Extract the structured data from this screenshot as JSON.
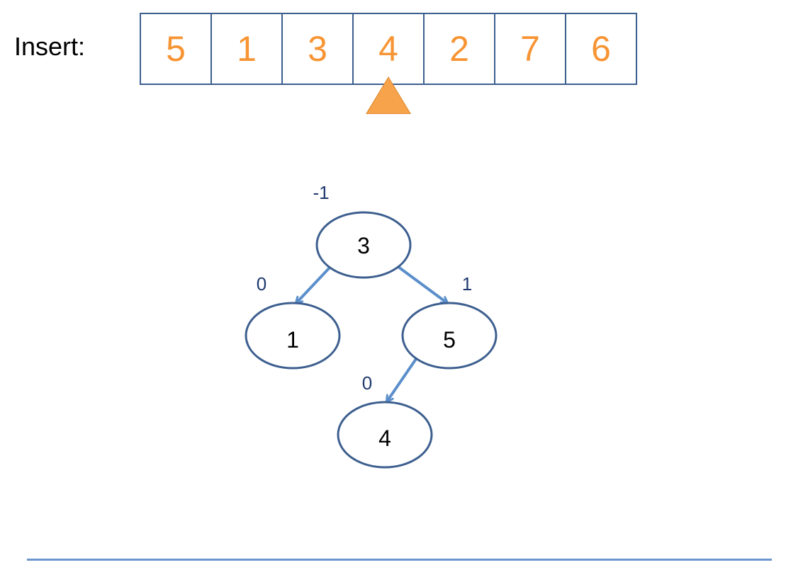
{
  "insert_label": "Insert:",
  "array": [
    "5",
    "1",
    "3",
    "4",
    "2",
    "7",
    "6"
  ],
  "pointer_index": 3,
  "tree": {
    "nodes": [
      {
        "id": "n3",
        "value": "3",
        "balance": "-1"
      },
      {
        "id": "n1",
        "value": "1",
        "balance": "0"
      },
      {
        "id": "n5",
        "value": "5",
        "balance": "1"
      },
      {
        "id": "n4",
        "value": "4",
        "balance": "0"
      }
    ],
    "edges": [
      {
        "from": "n3",
        "to": "n1"
      },
      {
        "from": "n3",
        "to": "n5"
      },
      {
        "from": "n5",
        "to": "n4"
      }
    ]
  },
  "colors": {
    "array_text": "#f79433",
    "array_border": "#3d5f8f",
    "pointer_fill": "#f7a34b",
    "node_border": "#3d5f8f",
    "edge": "#5b8fcb",
    "balance_text": "#1f3a6e",
    "divider": "#6c96cc"
  }
}
